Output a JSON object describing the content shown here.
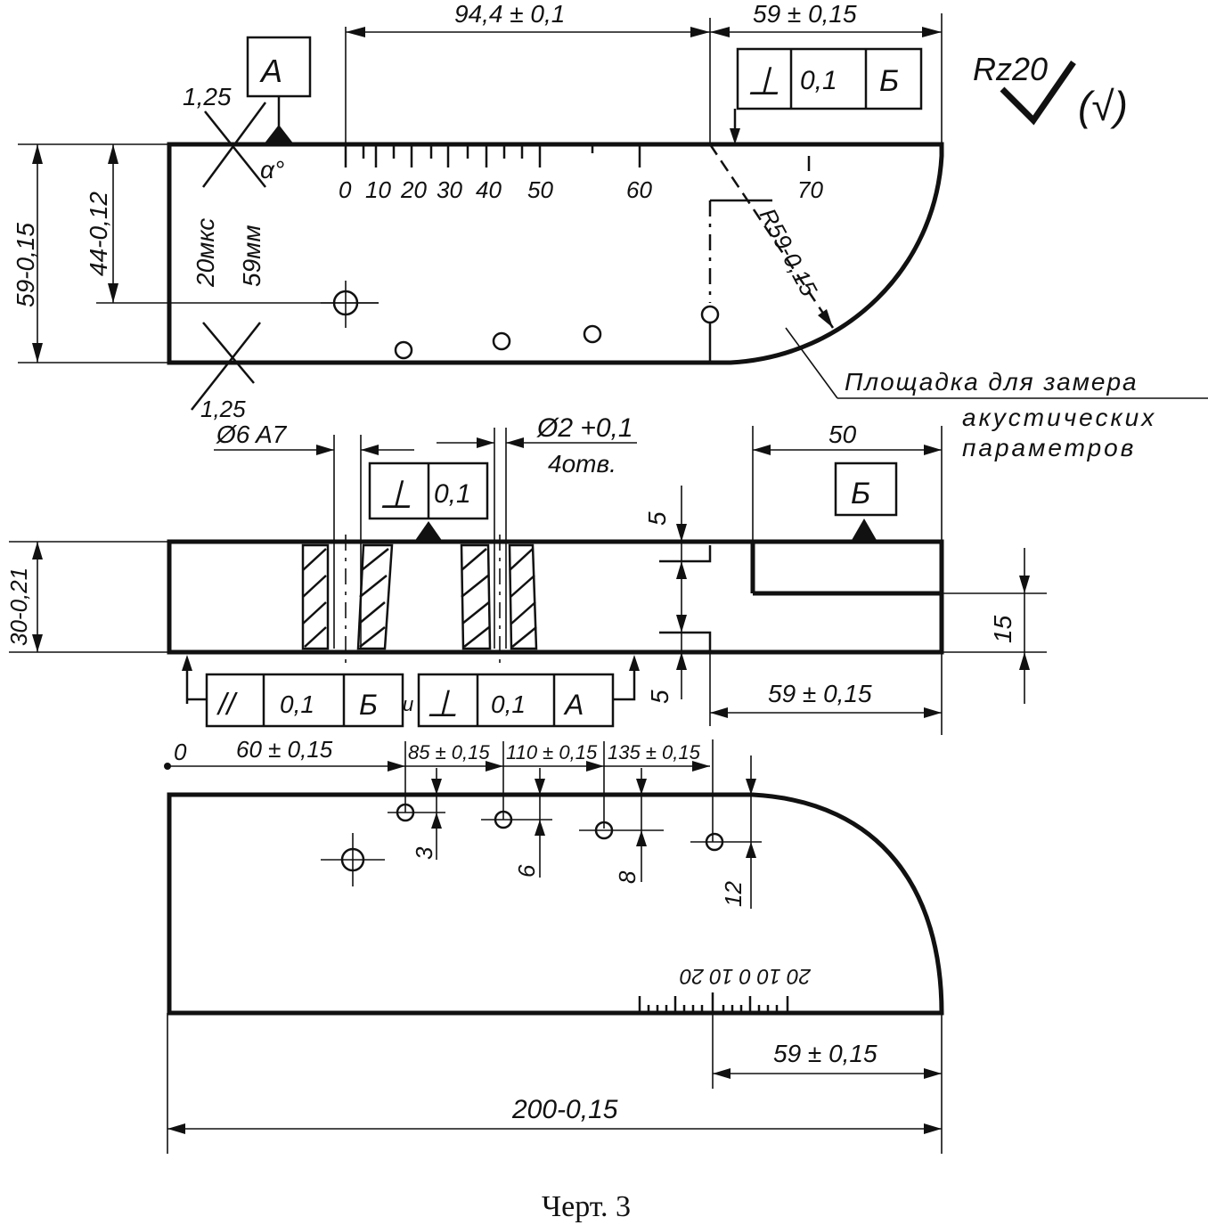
{
  "top_view": {
    "dim_top_length": "94,4 ± 0,1",
    "dim_top_right": "59 ± 0,15",
    "datum_a": "А",
    "tol_frame_top": {
      "symbol": "⊥",
      "value": "0,1",
      "datum": "Б"
    },
    "roughness": "Rz20",
    "roughness_paren": "(√)",
    "angle_label": "α°",
    "cross_top_label": "1,25",
    "cross_bottom_label": "1,25",
    "left_text_1": "20мкс",
    "left_text_2": "59мм",
    "dim_height_outer": "59-0,15",
    "dim_height_inner": "44-0,12",
    "scale_labels": [
      "0",
      "10",
      "20",
      "30",
      "40",
      "50",
      "60",
      "70"
    ],
    "radius_label": "R59-0,15",
    "note_line1": "Площадка для замера",
    "note_line2": "акустических",
    "note_line3": "параметров"
  },
  "side_view": {
    "hole_large": "Ø6 A7",
    "hole_small": "Ø2 +0,1",
    "hole_count": "4отв.",
    "tol_frame_mid": {
      "symbol": "⊥",
      "value": "0,1"
    },
    "dim_50": "50",
    "datum_b": "Б",
    "dim_5_top": "5",
    "dim_5_bottom": "5",
    "dim_15": "15",
    "dim_height": "30-0,21",
    "dim_59": "59 ± 0,15",
    "tol_frame_par": {
      "symbol": "//",
      "value": "0,1",
      "datum": "Б"
    },
    "and_label": "и",
    "tol_frame_perp": {
      "symbol": "⊥",
      "value": "0,1",
      "datum": "А"
    }
  },
  "bottom_view": {
    "origin": "0",
    "dim_60": "60 ± 0,15",
    "dim_85": "85 ± 0,15",
    "dim_110": "110 ± 0,15",
    "dim_135": "135 ± 0,15",
    "depth_3": "3",
    "depth_6": "6",
    "depth_8": "8",
    "depth_12": "12",
    "scale_labels": "20 10 0 10 20",
    "dim_59": "59 ± 0,15",
    "dim_200": "200-0,15"
  },
  "caption": "Черт. 3"
}
